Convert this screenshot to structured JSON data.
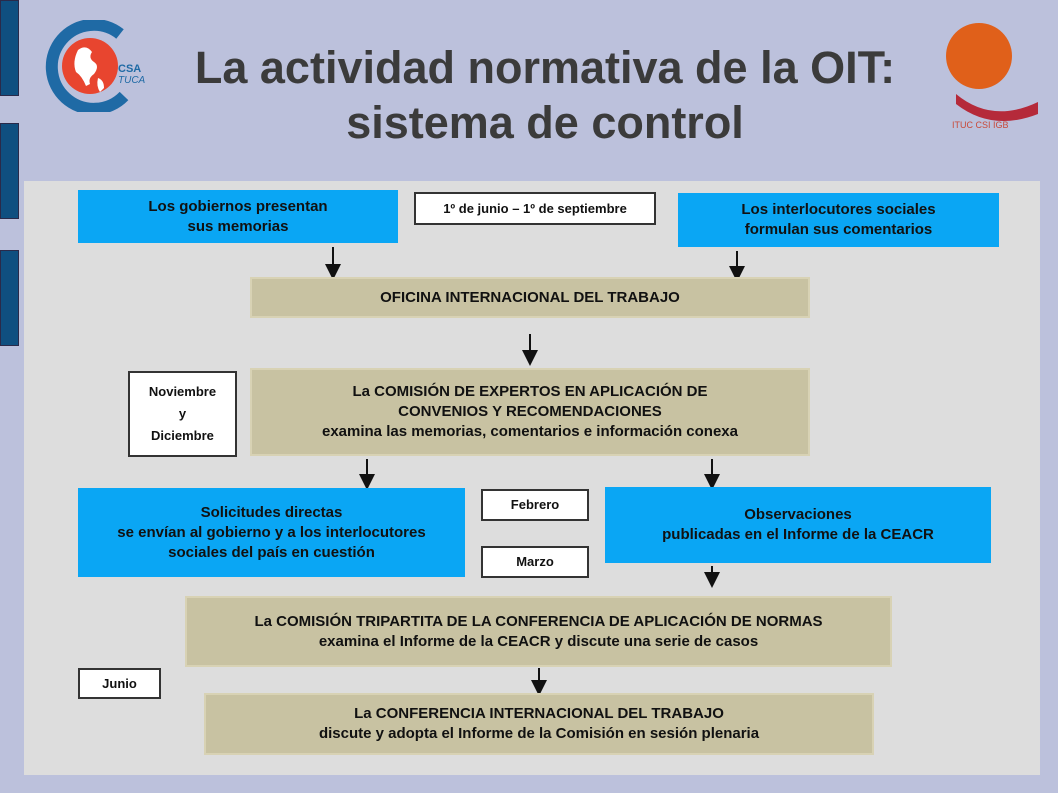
{
  "title": {
    "line1": "La actividad normativa de la OIT:",
    "line2": "sistema de control"
  },
  "logos": {
    "csa_line1": "CSA",
    "csa_line2": "TUCA",
    "ituc": "ITUC CSI IGB"
  },
  "boxes": {
    "gobiernos": [
      "Los gobiernos presentan",
      "sus memorias"
    ],
    "fecha_junio_sept": [
      "1º de junio – 1º de septiembre"
    ],
    "interlocutores": [
      "Los interlocutores sociales",
      "formulan sus comentarios"
    ],
    "oficina": [
      "OFICINA INTERNACIONAL DEL TRABAJO"
    ],
    "nov_dic": [
      "Noviembre",
      "y",
      "Diciembre"
    ],
    "comision_expertos": [
      "La COMISIÓN DE EXPERTOS EN APLICACIÓN DE",
      "CONVENIOS Y RECOMENDACIONES",
      "examina las memorias, comentarios e información conexa"
    ],
    "solicitudes": [
      "Solicitudes directas",
      "se envían al gobierno y a los interlocutores",
      "sociales del país en cuestión"
    ],
    "febrero": [
      "Febrero"
    ],
    "marzo": [
      "Marzo"
    ],
    "observaciones": [
      "Observaciones",
      "publicadas en el Informe de la CEACR"
    ],
    "comision_tripartita": [
      "La COMISIÓN TRIPARTITA DE LA CONFERENCIA DE APLICACIÓN DE NORMAS",
      "examina el Informe de la CEACR y discute una serie de casos"
    ],
    "junio": [
      "Junio"
    ],
    "conferencia": [
      "La CONFERENCIA INTERNACIONAL DEL TRABAJO",
      "discute y adopta el Informe de la Comisión en sesión plenaria"
    ]
  },
  "colors": {
    "background": "#bcc1dc",
    "panel": "#dddddd",
    "blue_box": "#0aa6f4",
    "tan_box": "#c8c2a2",
    "side_bar": "#0f4f80",
    "csa_red": "#e8452f",
    "csa_blue": "#1f6aa5",
    "ituc_orange": "#e0601a",
    "ituc_red": "#b52a3a"
  }
}
